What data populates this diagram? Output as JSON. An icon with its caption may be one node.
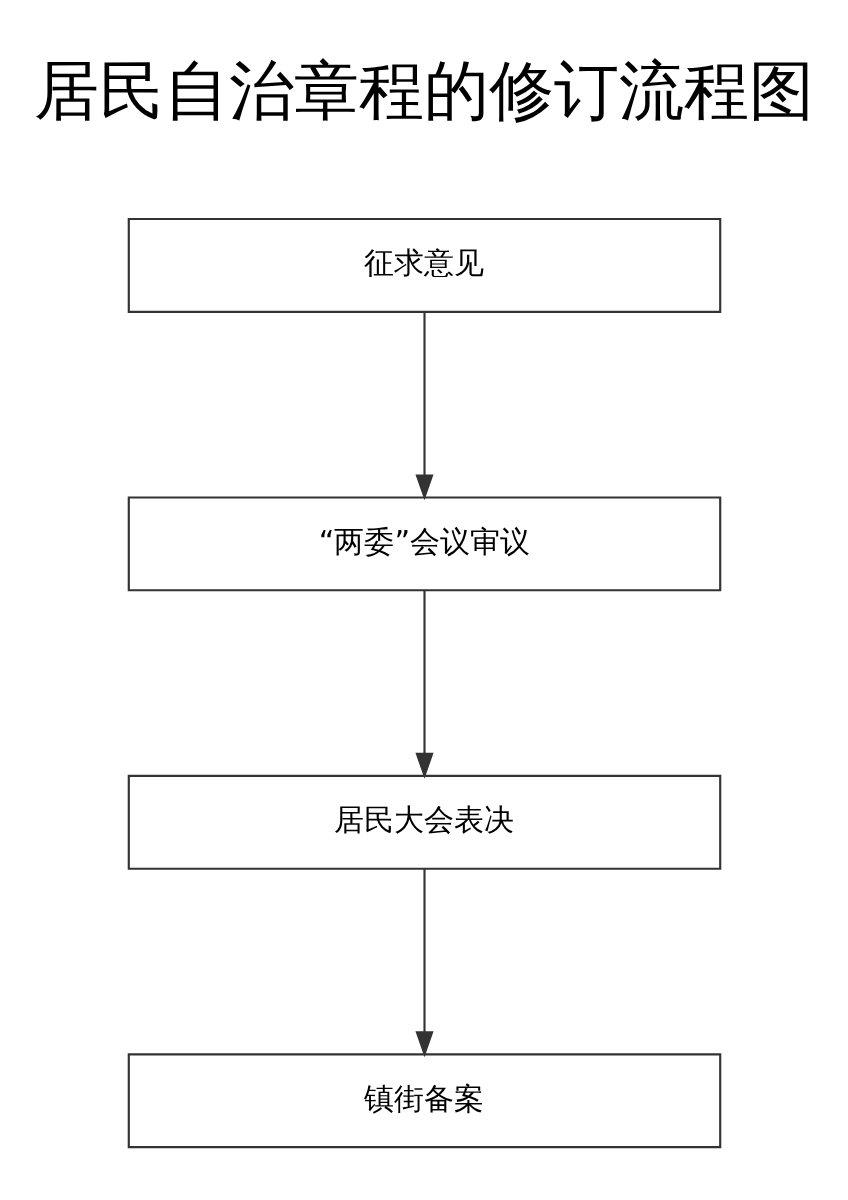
{
  "diagram": {
    "title": "居民自治章程的修订流程图",
    "nodes": [
      {
        "text": [
          "征求意见"
        ]
      },
      {
        "text": [
          "“两委”会议审议"
        ]
      },
      {
        "text": [
          "居民大会表决"
        ]
      },
      {
        "text": [
          "镇街备案"
        ]
      }
    ],
    "edges": [
      {
        "from": 0,
        "to": 1,
        "arrow": "to"
      },
      {
        "from": 1,
        "to": 2,
        "arrow": "to"
      },
      {
        "from": 2,
        "to": 3,
        "arrow": "to"
      }
    ]
  }
}
